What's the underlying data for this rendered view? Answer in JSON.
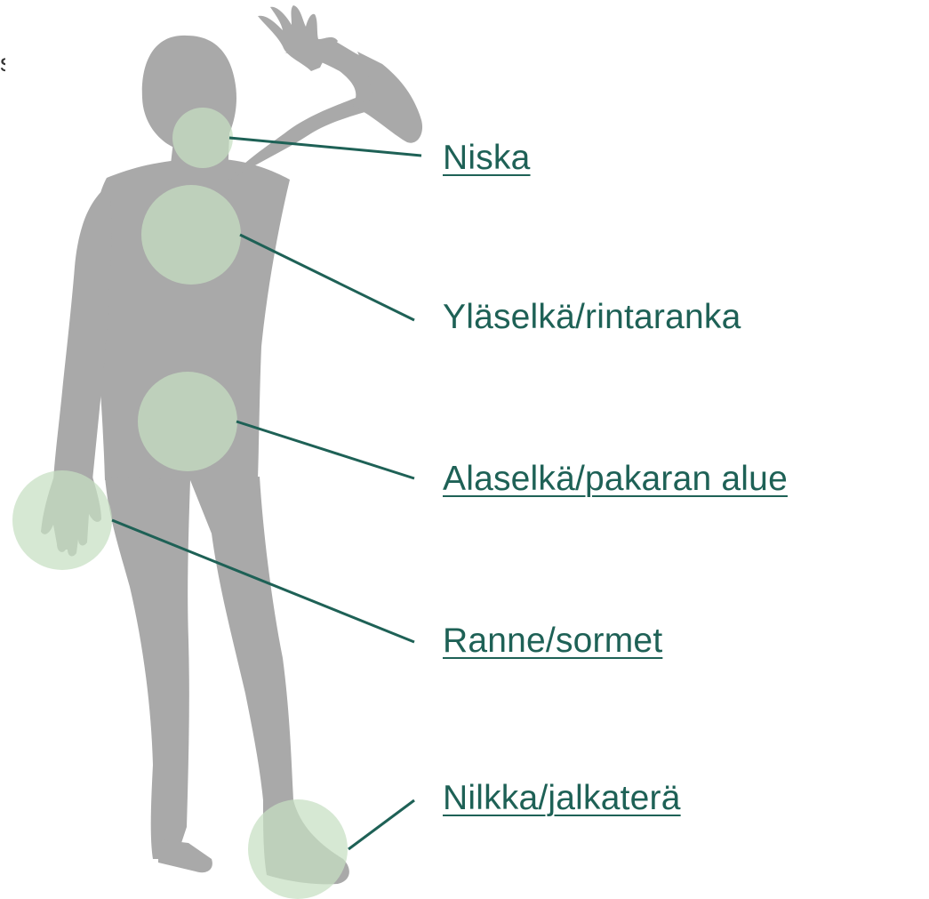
{
  "colors": {
    "silhouette": "#a9a9a9",
    "highlight": "#c6dfc2",
    "accent": "#1e6156"
  },
  "regions": [
    {
      "id": "niska",
      "label": "Niska",
      "link": true
    },
    {
      "id": "ylaselka",
      "label": "Yläselkä/rintaranka",
      "link": false
    },
    {
      "id": "alaselka",
      "label": "Alaselkä/pakaran alue",
      "link": true
    },
    {
      "id": "ranne",
      "label": "Ranne/sormet",
      "link": true
    },
    {
      "id": "nilkka",
      "label": "Nilkka/jalkaterä",
      "link": true
    }
  ],
  "edge_glyph": "s"
}
